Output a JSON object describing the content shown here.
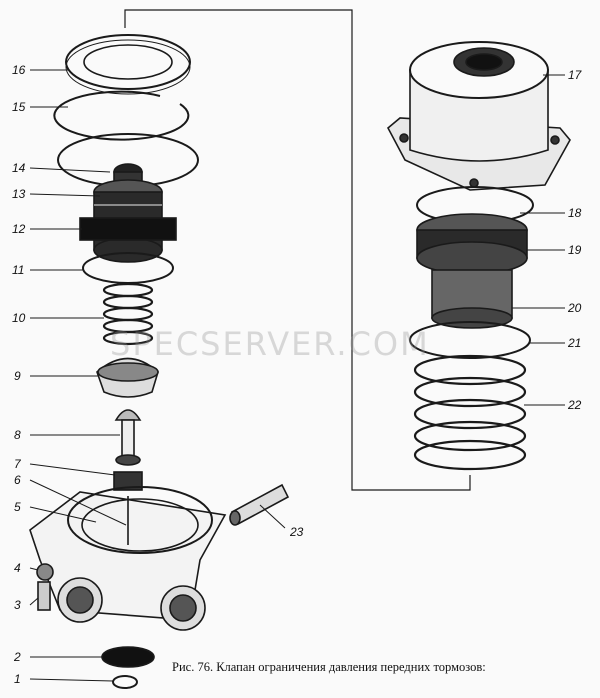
{
  "labels": [
    {
      "key": "16",
      "text": "16"
    },
    {
      "key": "15",
      "text": "15"
    },
    {
      "key": "14",
      "text": "14"
    },
    {
      "key": "13",
      "text": "13"
    },
    {
      "key": "12",
      "text": "12"
    },
    {
      "key": "11",
      "text": "11"
    },
    {
      "key": "10",
      "text": "10"
    },
    {
      "key": "9",
      "text": "9"
    },
    {
      "key": "8",
      "text": "8"
    },
    {
      "key": "7",
      "text": "7"
    },
    {
      "key": "6",
      "text": "6"
    },
    {
      "key": "5",
      "text": "5"
    },
    {
      "key": "4",
      "text": "4"
    },
    {
      "key": "3",
      "text": "3"
    },
    {
      "key": "2",
      "text": "2"
    },
    {
      "key": "1",
      "text": "1"
    },
    {
      "key": "17",
      "text": "17"
    },
    {
      "key": "18",
      "text": "18"
    },
    {
      "key": "19",
      "text": "19"
    },
    {
      "key": "20",
      "text": "20"
    },
    {
      "key": "21",
      "text": "21"
    },
    {
      "key": "22",
      "text": "22"
    },
    {
      "key": "23",
      "text": "23"
    }
  ],
  "caption": "Рис. 76. Клапан ограничения давления передних тормозов:",
  "watermark": "SPECSERVER.COM"
}
